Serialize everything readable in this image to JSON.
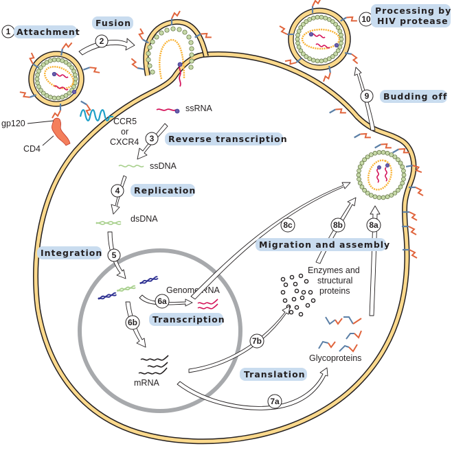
{
  "diagram": {
    "title": "HIV replication cycle",
    "colors": {
      "membrane_fill": "#fbd98c",
      "membrane_edge": "#231f20",
      "nucleus": "#a7a9ac",
      "capsid_dots": "#c6d9a8",
      "core": "#f9b233",
      "rna": "#d4145a",
      "dna_host": "#2e3192",
      "dna_viral": "#a8d08d",
      "gp120": "#e0643c",
      "gp41": "#5b7fa6",
      "cd4": "#f47f5c",
      "ccr5": "#1ea0c8",
      "label_bg": "#c9dcef"
    },
    "stages": [
      {
        "number": "1",
        "label": "Attachment"
      },
      {
        "number": "2",
        "label": "Fusion"
      },
      {
        "number": "3",
        "label": "Reverse transcription"
      },
      {
        "number": "4",
        "label": "Replication"
      },
      {
        "number": "5",
        "label": "Integration"
      },
      {
        "number": "6a",
        "label": "Transcription"
      },
      {
        "number": "6b",
        "label": "Transcription"
      },
      {
        "number": "7a",
        "label": "Translation"
      },
      {
        "number": "7b",
        "label": "Translation"
      },
      {
        "number": "8a",
        "label": "Migration and assembly"
      },
      {
        "number": "8b",
        "label": "Migration and assembly"
      },
      {
        "number": "8c",
        "label": "Migration and assembly"
      },
      {
        "number": "9",
        "label": "Budding off"
      },
      {
        "number": "10",
        "label": "Processing by HIV protease"
      }
    ],
    "stage_labels": {
      "attachment": "Attachment",
      "fusion": "Fusion",
      "reverse_transcription": "Reverse transcription",
      "replication": "Replication",
      "integration": "Integration",
      "transcription": "Transcription",
      "translation": "Translation",
      "migration": "Migration and assembly",
      "budding": "Budding off",
      "processing_line1": "Processing by",
      "processing_line2": "HIV protease"
    },
    "step_numbers": {
      "s1": "1",
      "s2": "2",
      "s3": "3",
      "s4": "4",
      "s5": "5",
      "s6a": "6a",
      "s6b": "6b",
      "s7a": "7a",
      "s7b": "7b",
      "s8a": "8a",
      "s8b": "8b",
      "s8c": "8c",
      "s9": "9",
      "s10": "10"
    },
    "molecule_labels": {
      "gp120": "gp120",
      "cd4": "CD4",
      "ccr5_line1": "CCR5",
      "ccr5_line2": "or",
      "ccr5_line3": "CXCR4",
      "ssrna": "ssRNA",
      "ssdna": "ssDNA",
      "dsdna": "dsDNA",
      "genome_rna": "Genome RNA",
      "mrna": "mRNA",
      "enzymes_line1": "Enzymes and",
      "enzymes_line2": "structural",
      "enzymes_line3": "proteins",
      "glycoproteins": "Glycoproteins"
    }
  }
}
